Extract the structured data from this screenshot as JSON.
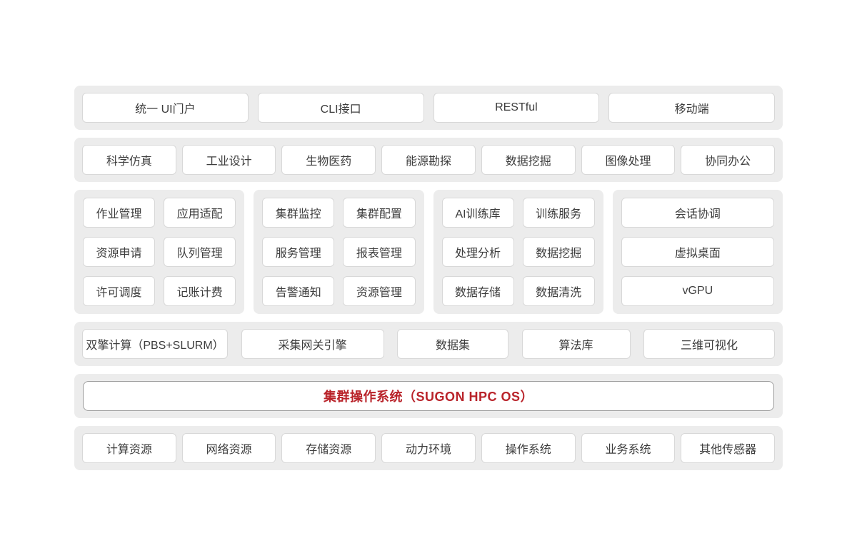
{
  "colors": {
    "page_bg": "#ffffff",
    "band_bg": "#ececec",
    "box_bg": "#ffffff",
    "box_border": "#d8d8d8",
    "core_box_border": "#9e9e9e",
    "text": "#3c3c3c",
    "accent_red": "#b9232a"
  },
  "layers": {
    "access": {
      "items": [
        "统一 UI门户",
        "CLI接口",
        "RESTful",
        "移动端"
      ]
    },
    "applications": {
      "items": [
        "科学仿真",
        "工业设计",
        "生物医药",
        "能源勘探",
        "数据挖掘",
        "图像处理",
        "协同办公"
      ]
    },
    "modules": {
      "groups": [
        {
          "items": [
            "作业管理",
            "应用适配",
            "资源申请",
            "队列管理",
            "许可调度",
            "记账计费"
          ]
        },
        {
          "items": [
            "集群监控",
            "集群配置",
            "服务管理",
            "报表管理",
            "告警通知",
            "资源管理"
          ]
        },
        {
          "items": [
            "AI训练库",
            "训练服务",
            "处理分析",
            "数据挖掘",
            "数据存储",
            "数据清洗"
          ]
        },
        {
          "items": [
            "会话协调",
            "虚拟桌面",
            "vGPU"
          ]
        }
      ]
    },
    "platform": {
      "items": [
        "双擎计算（PBS+SLURM）",
        "采集网关引擎",
        "数据集",
        "算法库",
        "三维可视化"
      ]
    },
    "core": {
      "label": "集群操作系统（SUGON HPC OS）"
    },
    "resources": {
      "items": [
        "计算资源",
        "网络资源",
        "存储资源",
        "动力环境",
        "操作系统",
        "业务系统",
        "其他传感器"
      ]
    }
  }
}
